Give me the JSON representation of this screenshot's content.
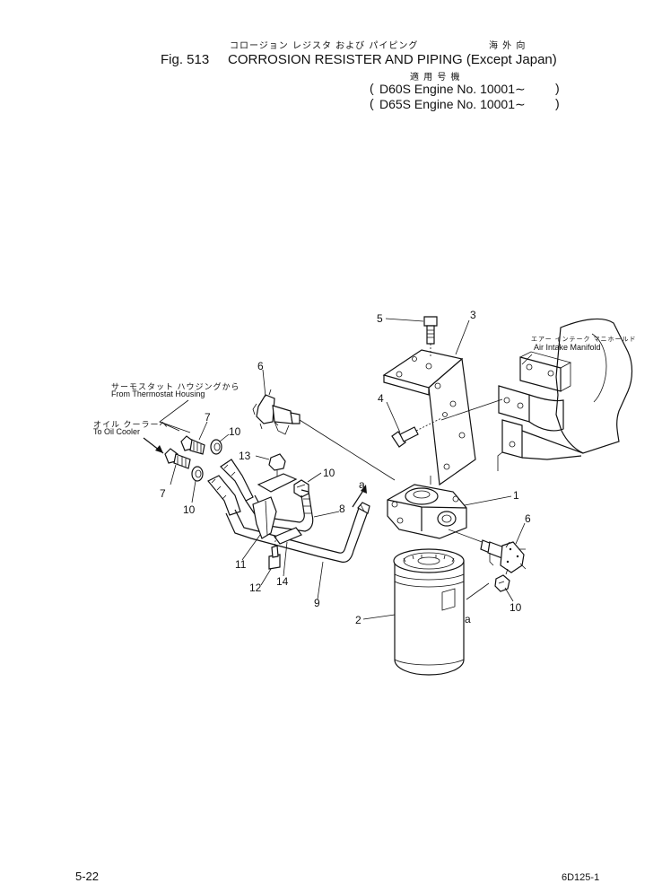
{
  "header": {
    "jp_title": "コロージョン レジスタ および パイピング",
    "jp_region": "海 外 向",
    "fig_label": "Fig. 513",
    "title": "CORROSION RESISTER AND PIPING (Except Japan)",
    "jp_applicable": "適 用 号 機",
    "engines": [
      "D60S Engine No. 10001∼",
      "D65S Engine No. 10001∼"
    ]
  },
  "callouts": {
    "thermostat_jp": "サーモスタット ハウジングから",
    "thermostat_en": "From Thermostat Housing",
    "oil_cooler_jp": "オイル クーラーへ",
    "oil_cooler_en": "To Oil Cooler",
    "manifold_jp": "エアー インテーク マニホールド",
    "manifold_en": "Air Intake Manifold"
  },
  "part_numbers": {
    "p1": "1",
    "p2": "2",
    "p3": "3",
    "p4": "4",
    "p5": "5",
    "p6a": "6",
    "p6b": "6",
    "p7a": "7",
    "p7b": "7",
    "p8": "8",
    "p9": "9",
    "p10a": "10",
    "p10b": "10",
    "p10c": "10",
    "p10d": "10",
    "p11": "11",
    "p12": "12",
    "p13": "13",
    "p14": "14",
    "a1": "a",
    "a2": "a"
  },
  "footer": {
    "page": "5-22",
    "code": "6D125-1"
  }
}
